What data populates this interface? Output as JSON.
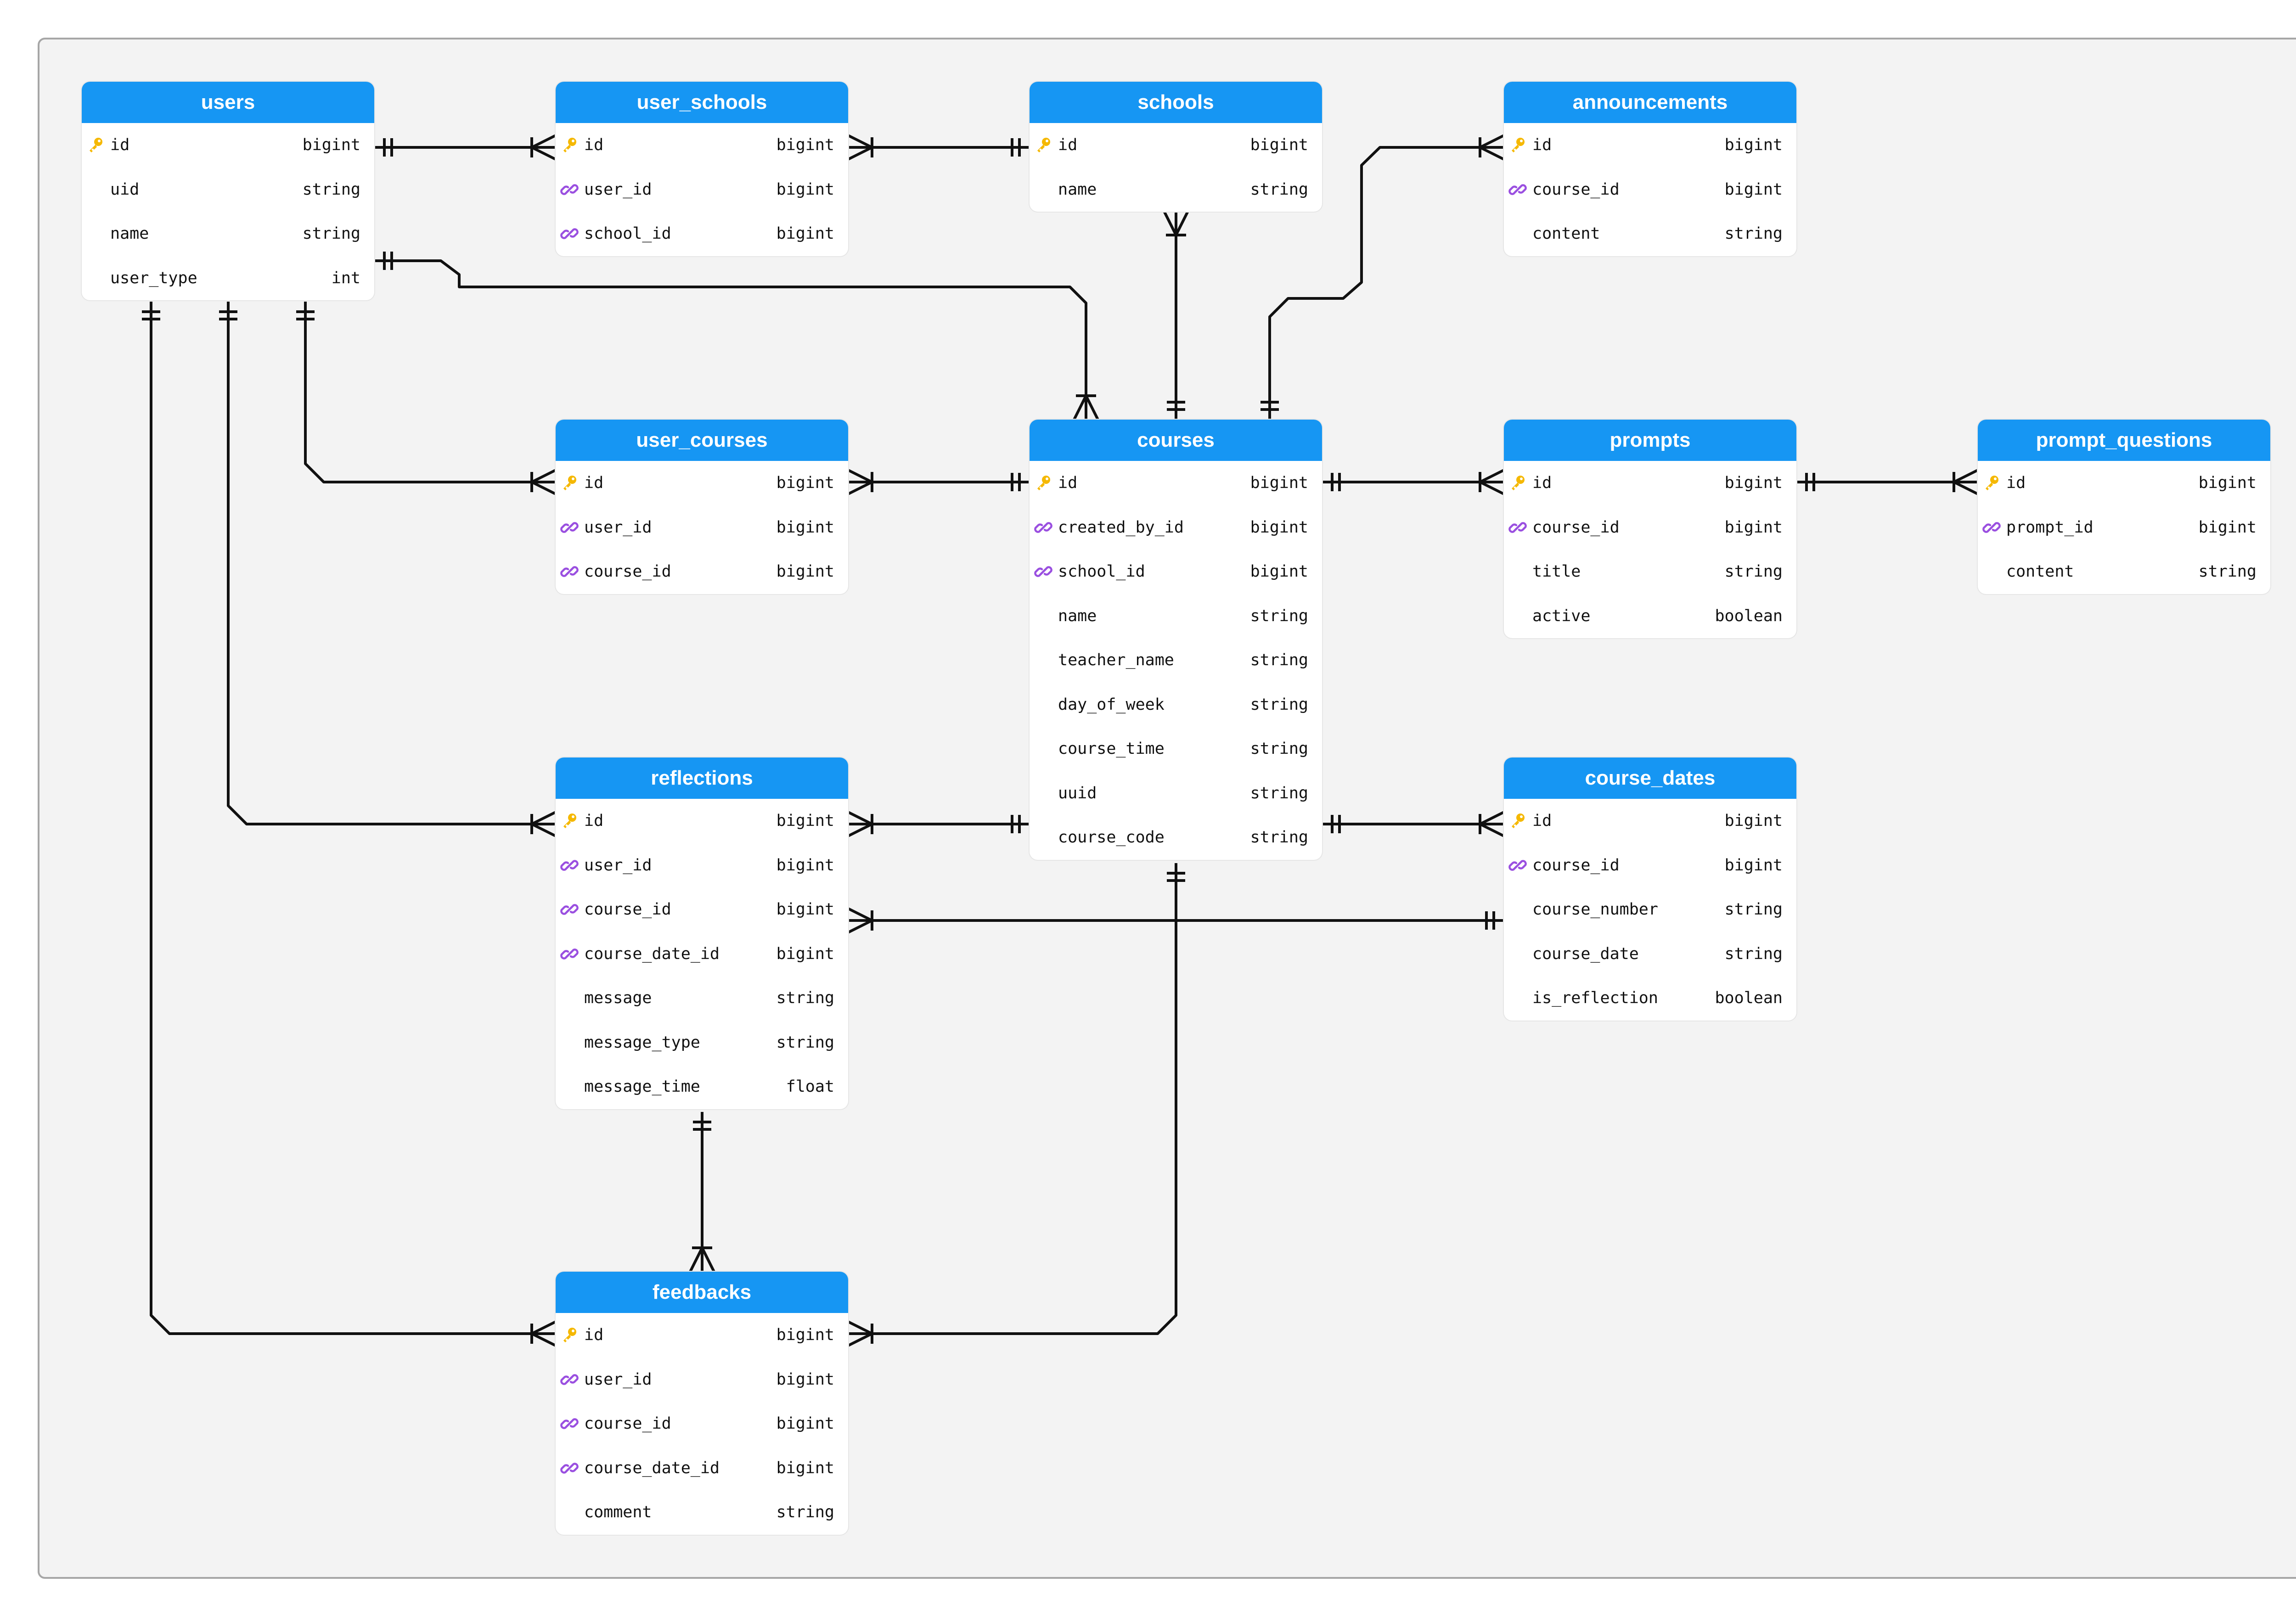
{
  "colors": {
    "header": "#1696f3",
    "canvas": "#f3f3f3",
    "key_icon": "#f5b800",
    "link_icon": "#9a4fe0",
    "line": "#111111"
  },
  "icons": {
    "pk": "key-icon",
    "fk": "link-icon"
  },
  "tables": [
    {
      "id": "users",
      "name": "users",
      "columns": [
        {
          "name": "id",
          "type": "bigint",
          "key": "pk"
        },
        {
          "name": "uid",
          "type": "string"
        },
        {
          "name": "name",
          "type": "string"
        },
        {
          "name": "user_type",
          "type": "int"
        }
      ]
    },
    {
      "id": "user_schools",
      "name": "user_schools",
      "columns": [
        {
          "name": "id",
          "type": "bigint",
          "key": "pk"
        },
        {
          "name": "user_id",
          "type": "bigint",
          "key": "fk"
        },
        {
          "name": "school_id",
          "type": "bigint",
          "key": "fk"
        }
      ]
    },
    {
      "id": "schools",
      "name": "schools",
      "columns": [
        {
          "name": "id",
          "type": "bigint",
          "key": "pk"
        },
        {
          "name": "name",
          "type": "string"
        }
      ]
    },
    {
      "id": "announcements",
      "name": "announcements",
      "columns": [
        {
          "name": "id",
          "type": "bigint",
          "key": "pk"
        },
        {
          "name": "course_id",
          "type": "bigint",
          "key": "fk"
        },
        {
          "name": "content",
          "type": "string"
        }
      ]
    },
    {
      "id": "user_courses",
      "name": "user_courses",
      "columns": [
        {
          "name": "id",
          "type": "bigint",
          "key": "pk"
        },
        {
          "name": "user_id",
          "type": "bigint",
          "key": "fk"
        },
        {
          "name": "course_id",
          "type": "bigint",
          "key": "fk"
        }
      ]
    },
    {
      "id": "courses",
      "name": "courses",
      "columns": [
        {
          "name": "id",
          "type": "bigint",
          "key": "pk"
        },
        {
          "name": "created_by_id",
          "type": "bigint",
          "key": "fk"
        },
        {
          "name": "school_id",
          "type": "bigint",
          "key": "fk"
        },
        {
          "name": "name",
          "type": "string"
        },
        {
          "name": "teacher_name",
          "type": "string"
        },
        {
          "name": "day_of_week",
          "type": "string"
        },
        {
          "name": "course_time",
          "type": "string"
        },
        {
          "name": "uuid",
          "type": "string"
        },
        {
          "name": "course_code",
          "type": "string"
        }
      ]
    },
    {
      "id": "prompts",
      "name": "prompts",
      "columns": [
        {
          "name": "id",
          "type": "bigint",
          "key": "pk"
        },
        {
          "name": "course_id",
          "type": "bigint",
          "key": "fk"
        },
        {
          "name": "title",
          "type": "string"
        },
        {
          "name": "active",
          "type": "boolean"
        }
      ]
    },
    {
      "id": "prompt_questions",
      "name": "prompt_questions",
      "columns": [
        {
          "name": "id",
          "type": "bigint",
          "key": "pk"
        },
        {
          "name": "prompt_id",
          "type": "bigint",
          "key": "fk"
        },
        {
          "name": "content",
          "type": "string"
        }
      ]
    },
    {
      "id": "reflections",
      "name": "reflections",
      "columns": [
        {
          "name": "id",
          "type": "bigint",
          "key": "pk"
        },
        {
          "name": "user_id",
          "type": "bigint",
          "key": "fk"
        },
        {
          "name": "course_id",
          "type": "bigint",
          "key": "fk"
        },
        {
          "name": "course_date_id",
          "type": "bigint",
          "key": "fk"
        },
        {
          "name": "message",
          "type": "string"
        },
        {
          "name": "message_type",
          "type": "string"
        },
        {
          "name": "message_time",
          "type": "float"
        }
      ]
    },
    {
      "id": "course_dates",
      "name": "course_dates",
      "columns": [
        {
          "name": "id",
          "type": "bigint",
          "key": "pk"
        },
        {
          "name": "course_id",
          "type": "bigint",
          "key": "fk"
        },
        {
          "name": "course_number",
          "type": "string"
        },
        {
          "name": "course_date",
          "type": "string"
        },
        {
          "name": "is_reflection",
          "type": "boolean"
        }
      ]
    },
    {
      "id": "feedbacks",
      "name": "feedbacks",
      "columns": [
        {
          "name": "id",
          "type": "bigint",
          "key": "pk"
        },
        {
          "name": "user_id",
          "type": "bigint",
          "key": "fk"
        },
        {
          "name": "course_id",
          "type": "bigint",
          "key": "fk"
        },
        {
          "name": "course_date_id",
          "type": "bigint",
          "key": "fk"
        },
        {
          "name": "comment",
          "type": "string"
        }
      ]
    }
  ],
  "relations": [
    {
      "from": "users",
      "to": "user_schools",
      "from_card": "one",
      "to_card": "many"
    },
    {
      "from": "schools",
      "to": "user_schools",
      "from_card": "one",
      "to_card": "many"
    },
    {
      "from": "users",
      "to": "courses",
      "from_card": "one",
      "to_card": "many"
    },
    {
      "from": "schools",
      "to": "courses",
      "from_card": "many",
      "to_card": "one"
    },
    {
      "from": "courses",
      "to": "announcements",
      "from_card": "one",
      "to_card": "many"
    },
    {
      "from": "users",
      "to": "user_courses",
      "from_card": "one",
      "to_card": "many"
    },
    {
      "from": "courses",
      "to": "user_courses",
      "from_card": "one",
      "to_card": "many"
    },
    {
      "from": "courses",
      "to": "prompts",
      "from_card": "one",
      "to_card": "many"
    },
    {
      "from": "prompts",
      "to": "prompt_questions",
      "from_card": "one",
      "to_card": "many"
    },
    {
      "from": "users",
      "to": "reflections",
      "from_card": "one",
      "to_card": "many"
    },
    {
      "from": "courses",
      "to": "reflections",
      "from_card": "one",
      "to_card": "many"
    },
    {
      "from": "courses",
      "to": "course_dates",
      "from_card": "one",
      "to_card": "many"
    },
    {
      "from": "course_dates",
      "to": "reflections",
      "from_card": "one",
      "to_card": "many"
    },
    {
      "from": "reflections",
      "to": "feedbacks",
      "from_card": "one",
      "to_card": "many"
    },
    {
      "from": "users",
      "to": "feedbacks",
      "from_card": "one",
      "to_card": "many"
    },
    {
      "from": "courses",
      "to": "feedbacks",
      "from_card": "one",
      "to_card": "many"
    }
  ]
}
